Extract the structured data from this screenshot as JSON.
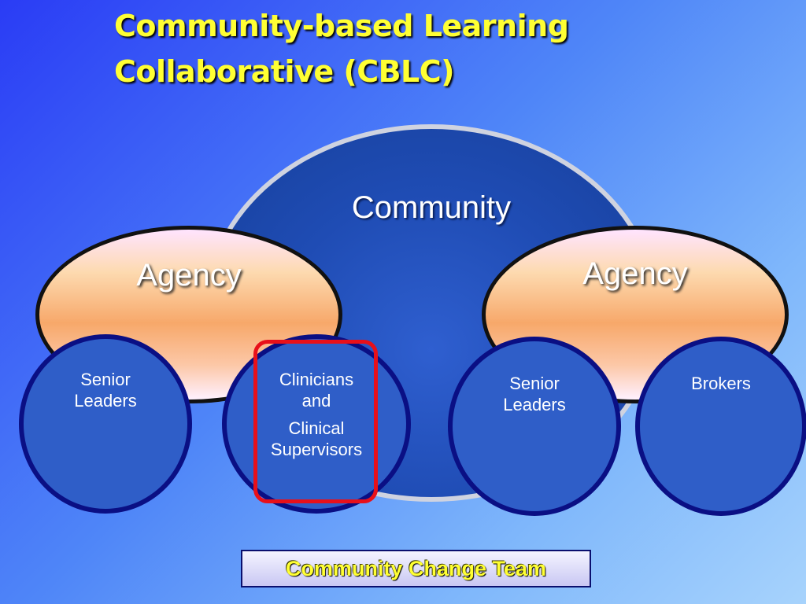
{
  "title": {
    "line1": "Community-based Learning",
    "line2": "Collaborative (CBLC)"
  },
  "diagram": {
    "community_label": "Community",
    "agencies": [
      {
        "label": "Agency"
      },
      {
        "label": "Agency"
      }
    ],
    "roles": [
      {
        "lines": [
          "Senior",
          "Leaders"
        ]
      },
      {
        "lines": [
          "Clinicians",
          "and",
          "Clinical",
          "Supervisors"
        ],
        "highlighted": true
      },
      {
        "lines": [
          "Senior",
          "Leaders"
        ]
      },
      {
        "lines": [
          "Brokers"
        ]
      }
    ],
    "team_label": "Community Change Team"
  },
  "colors": {
    "title": "#ffff33",
    "community_fill": "#1f4cb4",
    "role_fill": "#2f5ec8",
    "role_border": "#0a0f84",
    "highlight_border": "#e8101a",
    "agency_border": "#111111"
  }
}
